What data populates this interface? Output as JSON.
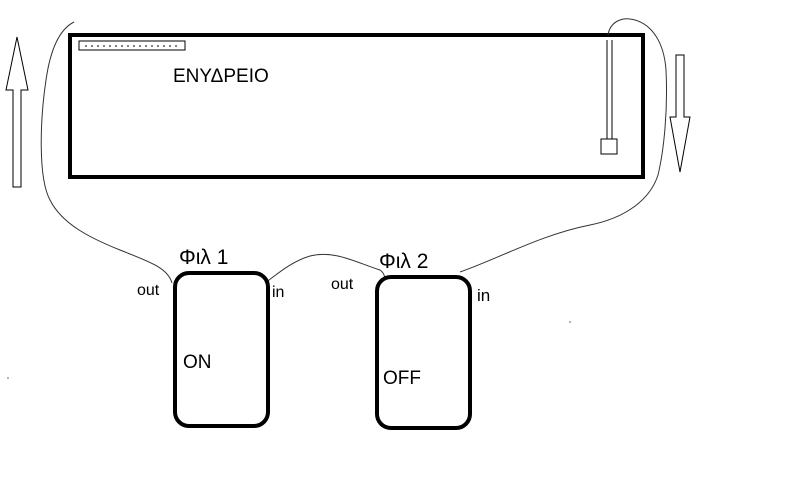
{
  "tank": {
    "label": "ΕΝΥΔΡΕΙΟ"
  },
  "filter1": {
    "title": "Φιλ 1",
    "state": "ON",
    "out_label": "out",
    "in_label": "in"
  },
  "filter2": {
    "title": "Φιλ 2",
    "state": "OFF",
    "out_label": "out",
    "in_label": "in"
  },
  "colors": {
    "line": "#000000",
    "hose": "#333333",
    "background": "#ffffff"
  }
}
